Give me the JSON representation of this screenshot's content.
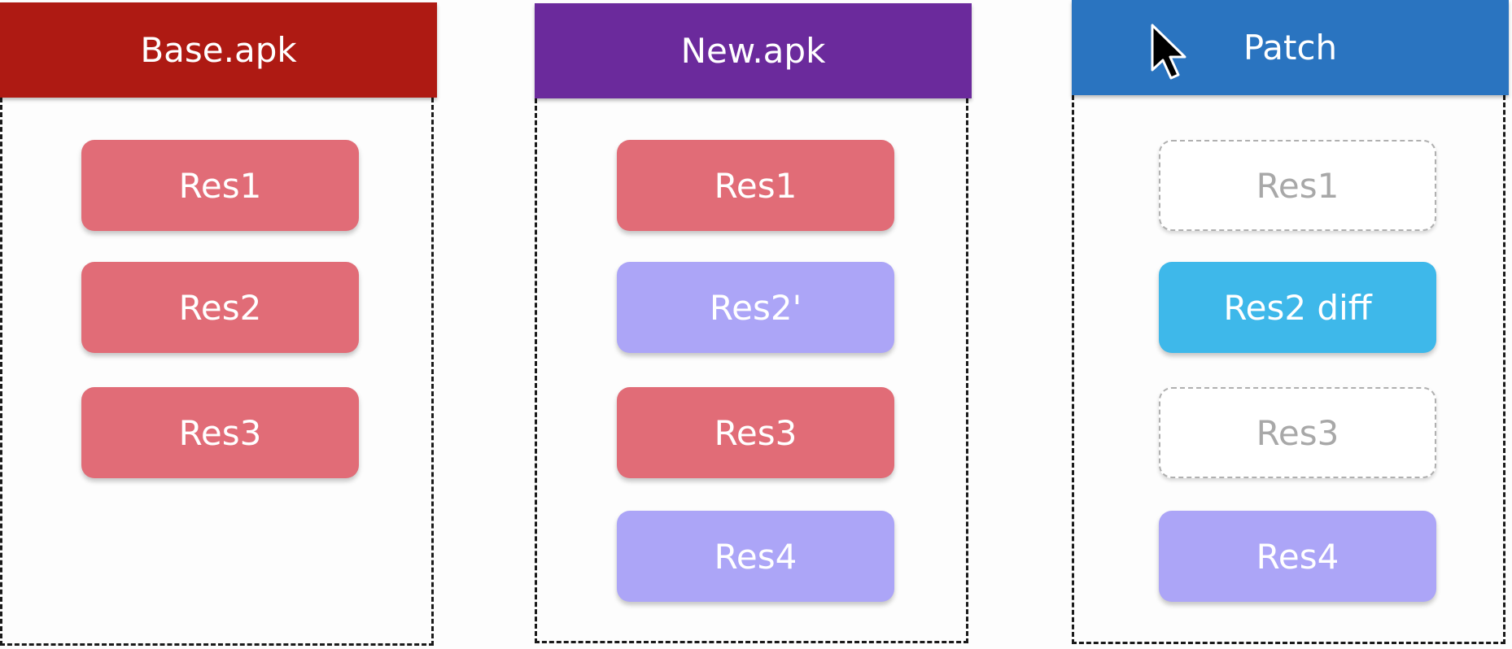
{
  "colors": {
    "base_header": "#ae1a13",
    "new_header": "#6b2a9c",
    "patch_header": "#2a74c0",
    "unchanged_res": "#e16c77",
    "changed_res": "#aca5f7",
    "diff_res": "#3eb8ea",
    "ghost_text": "#a8a8a8"
  },
  "columns": [
    {
      "title": "Base.apk",
      "items": [
        {
          "label": "Res1",
          "style": "unchanged"
        },
        {
          "label": "Res2",
          "style": "unchanged"
        },
        {
          "label": "Res3",
          "style": "unchanged"
        }
      ]
    },
    {
      "title": "New.apk",
      "items": [
        {
          "label": "Res1",
          "style": "unchanged"
        },
        {
          "label": "Res2'",
          "style": "changed"
        },
        {
          "label": "Res3",
          "style": "unchanged"
        },
        {
          "label": "Res4",
          "style": "changed"
        }
      ]
    },
    {
      "title": "Patch",
      "items": [
        {
          "label": "Res1",
          "style": "ghost"
        },
        {
          "label": "Res2 diff",
          "style": "diff"
        },
        {
          "label": "Res3",
          "style": "ghost"
        },
        {
          "label": "Res4",
          "style": "changed"
        }
      ]
    }
  ],
  "cursor": {
    "icon": "mouse-pointer-icon"
  }
}
